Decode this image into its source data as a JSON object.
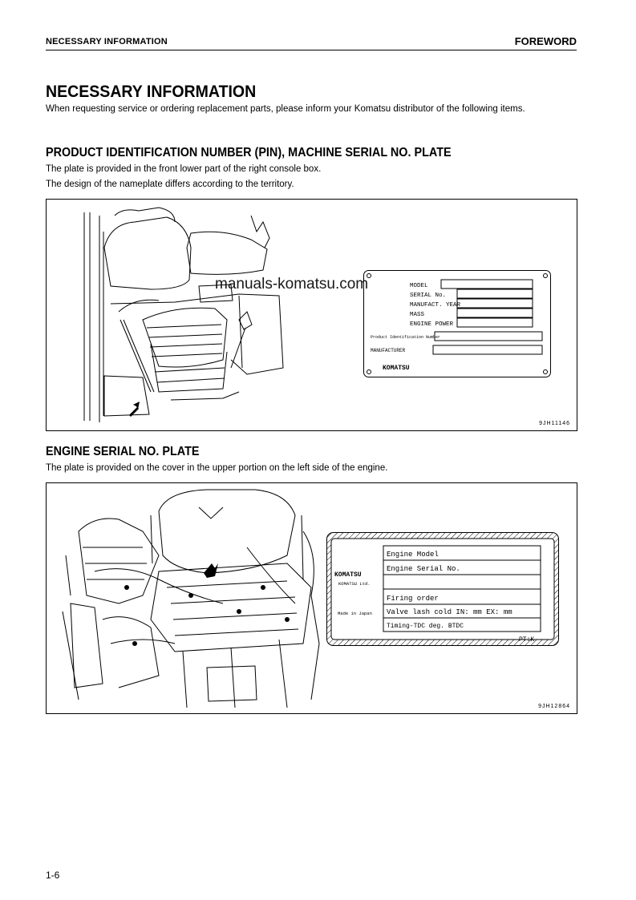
{
  "header": {
    "section": "NECESSARY INFORMATION",
    "chapter": "FOREWORD"
  },
  "title": "NECESSARY INFORMATION",
  "intro": "When requesting service or ordering replacement parts, please inform your Komatsu distributor of the following items.",
  "pin_section": {
    "heading": "PRODUCT IDENTIFICATION NUMBER (PIN), MACHINE SERIAL NO. PLATE",
    "line1": "The plate is provided in the front lower part of the right console box.",
    "line2": "The design of the nameplate differs according to the territory.",
    "figure_code": "9JH11146",
    "plate": {
      "fields": [
        "MODEL",
        "SERIAL No.",
        "MANUFACT. YEAR",
        "MASS",
        "ENGINE POWER"
      ],
      "pin_label": "Product Identification Number",
      "manufacturer_label": "MANUFACTURER",
      "logo": "KOMATSU"
    }
  },
  "engine_section": {
    "heading": "ENGINE SERIAL NO. PLATE",
    "line1": "The plate is provided on the cover in the upper portion on the left side of the engine.",
    "figure_code": "9JH12864",
    "plate": {
      "logo": "KOMATSU",
      "company": "KOMATSU Ltd.",
      "origin": "Made in Japan",
      "rows": [
        "Engine Model",
        "Engine Serial No.",
        "",
        "Firing order",
        "Valve lash cold  IN:    mm    EX:    mm",
        "Timing-TDC                deg. BTDC"
      ],
      "code": "PT:K"
    }
  },
  "watermark": "manuals-komatsu.com",
  "footer": {
    "page": "1-6"
  }
}
